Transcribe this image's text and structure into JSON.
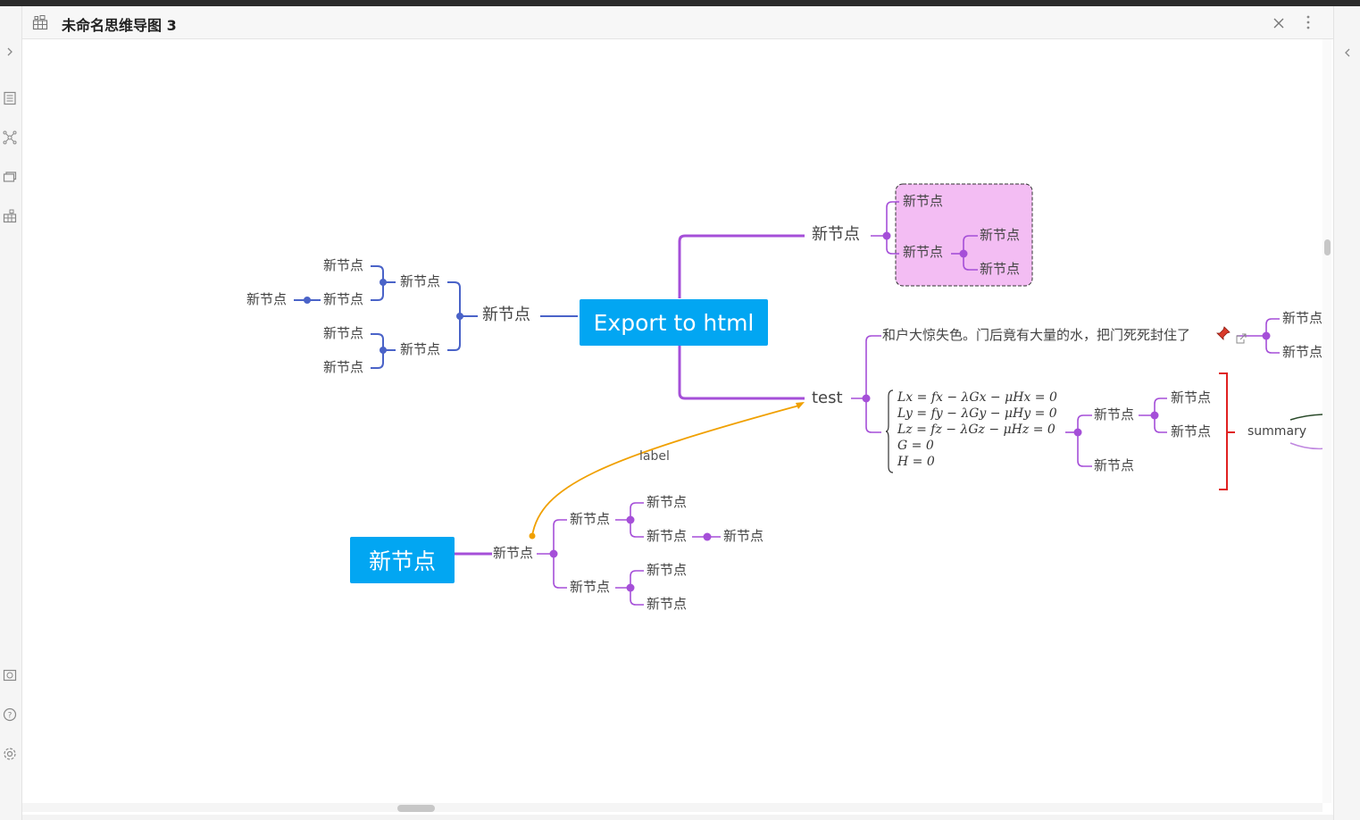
{
  "window": {
    "title": "未命名思维导图 3"
  },
  "main_map": {
    "root": "Export to html",
    "left_branch": {
      "label": "新节点",
      "children": [
        {
          "label": "新节点",
          "children": [
            "新节点",
            "新节点"
          ],
          "detached": "新节点"
        },
        {
          "label": "新节点",
          "children": [
            "新节点",
            "新节点"
          ]
        }
      ]
    },
    "right_top": {
      "label": "新节点",
      "boxed": [
        "新节点",
        "新节点"
      ],
      "boxed_children": [
        "新节点",
        "新节点"
      ]
    },
    "right_test": {
      "label": "test",
      "sentence": "和户大惊失色。门后竟有大量的水，把门死死封住了",
      "sentence_children": [
        "新节点",
        "新节点"
      ],
      "formula_lines": [
        "Lx = fx − λGx − μHx = 0",
        "Ly = fy − λGy − μHy = 0",
        "Lz = fz − λGz − μHz = 0",
        "G = 0",
        "H = 0"
      ],
      "formula_children": [
        "新节点",
        "新节点"
      ],
      "formula_grandchildren": [
        "新节点",
        "新节点"
      ],
      "summary": "summary"
    }
  },
  "second_map": {
    "root": "新节点",
    "child": "新节点",
    "upper": {
      "label": "新节点",
      "children": [
        "新节点",
        "新节点"
      ],
      "grandchild": "新节点"
    },
    "lower": {
      "label": "新节点",
      "children": [
        "新节点",
        "新节点"
      ]
    }
  },
  "relation_label": "label",
  "colors": {
    "root_bg": "#02a6f2",
    "purple": "#a54fd8",
    "blue": "#4a63c8",
    "orange": "#f0a000",
    "summary_red": "#e02020",
    "box_fill": "#f3bdf3"
  },
  "icons": [
    "grid-icon",
    "close-icon",
    "more-icon",
    "chevron-right-icon",
    "chevron-left-icon",
    "outline-icon",
    "graph-icon",
    "cards-icon",
    "mindmap-icon",
    "photo-icon",
    "help-icon",
    "settings-icon",
    "pin-icon",
    "external-link-icon"
  ]
}
